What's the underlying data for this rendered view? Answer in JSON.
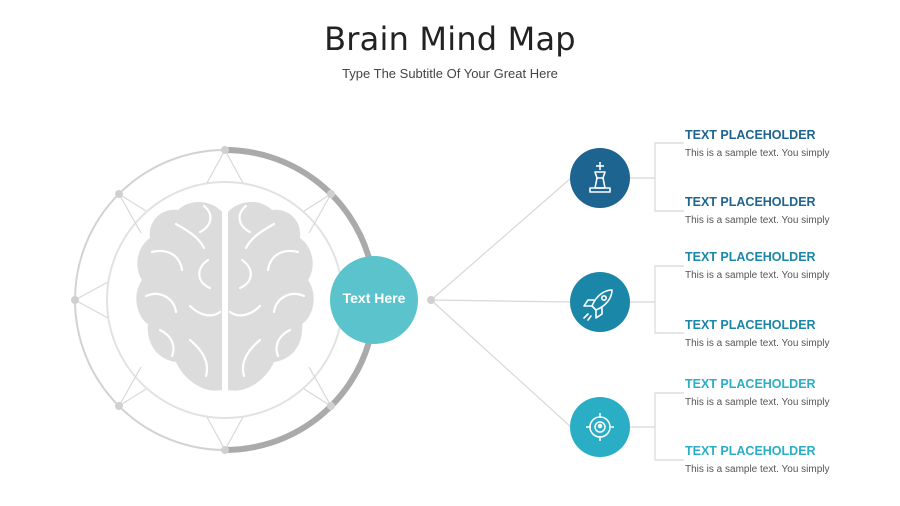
{
  "header": {
    "title": "Brain Mind Map",
    "subtitle": "Type The Subtitle Of Your Great Here"
  },
  "center": {
    "label": "Text Here",
    "color": "#5bc3cc"
  },
  "nodes": [
    {
      "icon": "chess-king-icon",
      "color": "#1d6490"
    },
    {
      "icon": "rocket-icon",
      "color": "#1a87a8"
    },
    {
      "icon": "target-icon",
      "color": "#2aaec6"
    }
  ],
  "items": [
    {
      "title": "TEXT PLACEHOLDER",
      "text": "This is a sample text. You simply",
      "color": "#1d6490"
    },
    {
      "title": "TEXT PLACEHOLDER",
      "text": "This is a sample text. You simply",
      "color": "#1d6490"
    },
    {
      "title": "TEXT PLACEHOLDER",
      "text": "This is a sample text. You simply",
      "color": "#1a87a8"
    },
    {
      "title": "TEXT PLACEHOLDER",
      "text": "This is a sample text. You simply",
      "color": "#1a87a8"
    },
    {
      "title": "TEXT PLACEHOLDER",
      "text": "This is a sample text. You simply",
      "color": "#2aaec6"
    },
    {
      "title": "TEXT PLACEHOLDER",
      "text": "This is a sample text. You simply",
      "color": "#2aaec6"
    }
  ]
}
